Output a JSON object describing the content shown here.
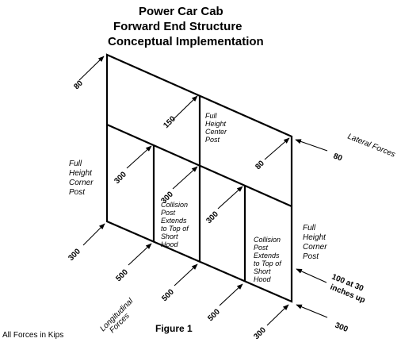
{
  "title": {
    "line1": "Power Car Cab",
    "line2": "Forward End Structure",
    "line3": "Conceptual Implementation"
  },
  "labels": {
    "center_post": [
      "Full",
      "Height",
      "Center",
      "Post"
    ],
    "left_corner_post": [
      "Full",
      "Height",
      "Corner",
      "Post"
    ],
    "right_corner_post": [
      "Full",
      "Height",
      "Corner",
      "Post"
    ],
    "collision_post_left": [
      "Collision",
      "Post",
      "Extends",
      "to Top of",
      "Short",
      "Hood"
    ],
    "collision_post_right": [
      "Collision",
      "Post",
      "Extends",
      "to Top of",
      "Short",
      "Hood"
    ],
    "lateral_forces": "Lateral Forces",
    "longitudinal_forces": [
      "Longitudinal",
      "Forces"
    ],
    "note_100": [
      "100 at 30",
      "inches up"
    ]
  },
  "forces": {
    "top_left": "80",
    "center_150": "150",
    "center_300_a": "300",
    "center_300_b": "300",
    "center_300_c": "300",
    "right_80_inner": "80",
    "right_80_outer": "80",
    "bottom_left_300": "300",
    "bottom_500_a": "500",
    "bottom_500_b": "500",
    "bottom_500_c": "500",
    "bottom_300": "300",
    "right_300": "300"
  },
  "figure_label": "Figure 1",
  "footnote": "All Forces in Kips"
}
